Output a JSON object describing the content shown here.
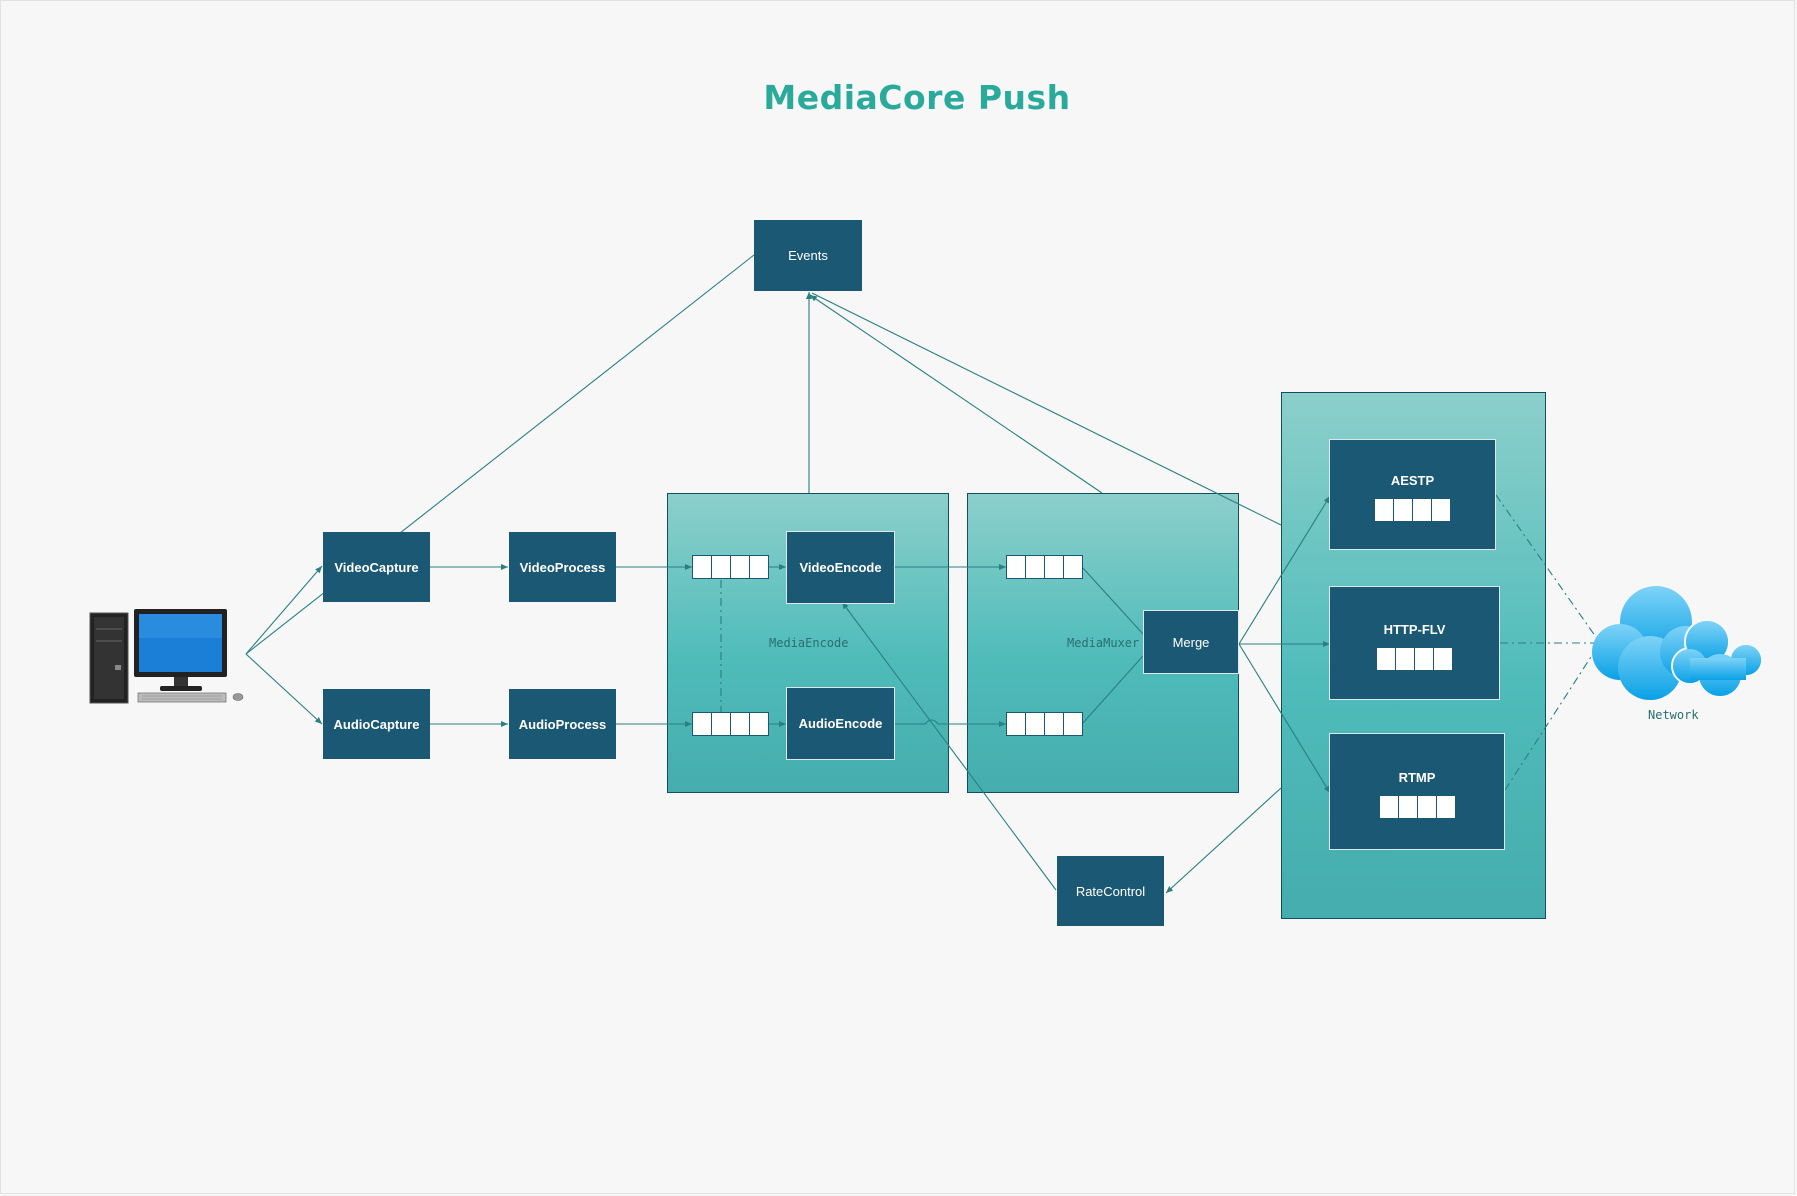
{
  "title": "MediaCore Push",
  "nodes": {
    "events": "Events",
    "video_capture": "VideoCapture",
    "audio_capture": "AudioCapture",
    "video_process": "VideoProcess",
    "audio_process": "AudioProcess",
    "video_encode": "VideoEncode",
    "audio_encode": "AudioEncode",
    "merge": "Merge",
    "rate_control": "RateControl",
    "aestp": "AESTP",
    "http_flv": "HTTP-FLV",
    "rtmp": "RTMP"
  },
  "groups": {
    "media_encode": "MediaEncode",
    "media_muxer": "MediaMuxer"
  },
  "network_label": "Network",
  "icons": {
    "computer": "desktop-computer-icon",
    "network": "cloud-icon"
  },
  "colors": {
    "title": "#2aaa9a",
    "box": "#1b5874",
    "container_top": "#8ccfcb",
    "container_bottom": "#45adad",
    "wire": "#2a7f80",
    "cloud": "#1aa8e8"
  }
}
